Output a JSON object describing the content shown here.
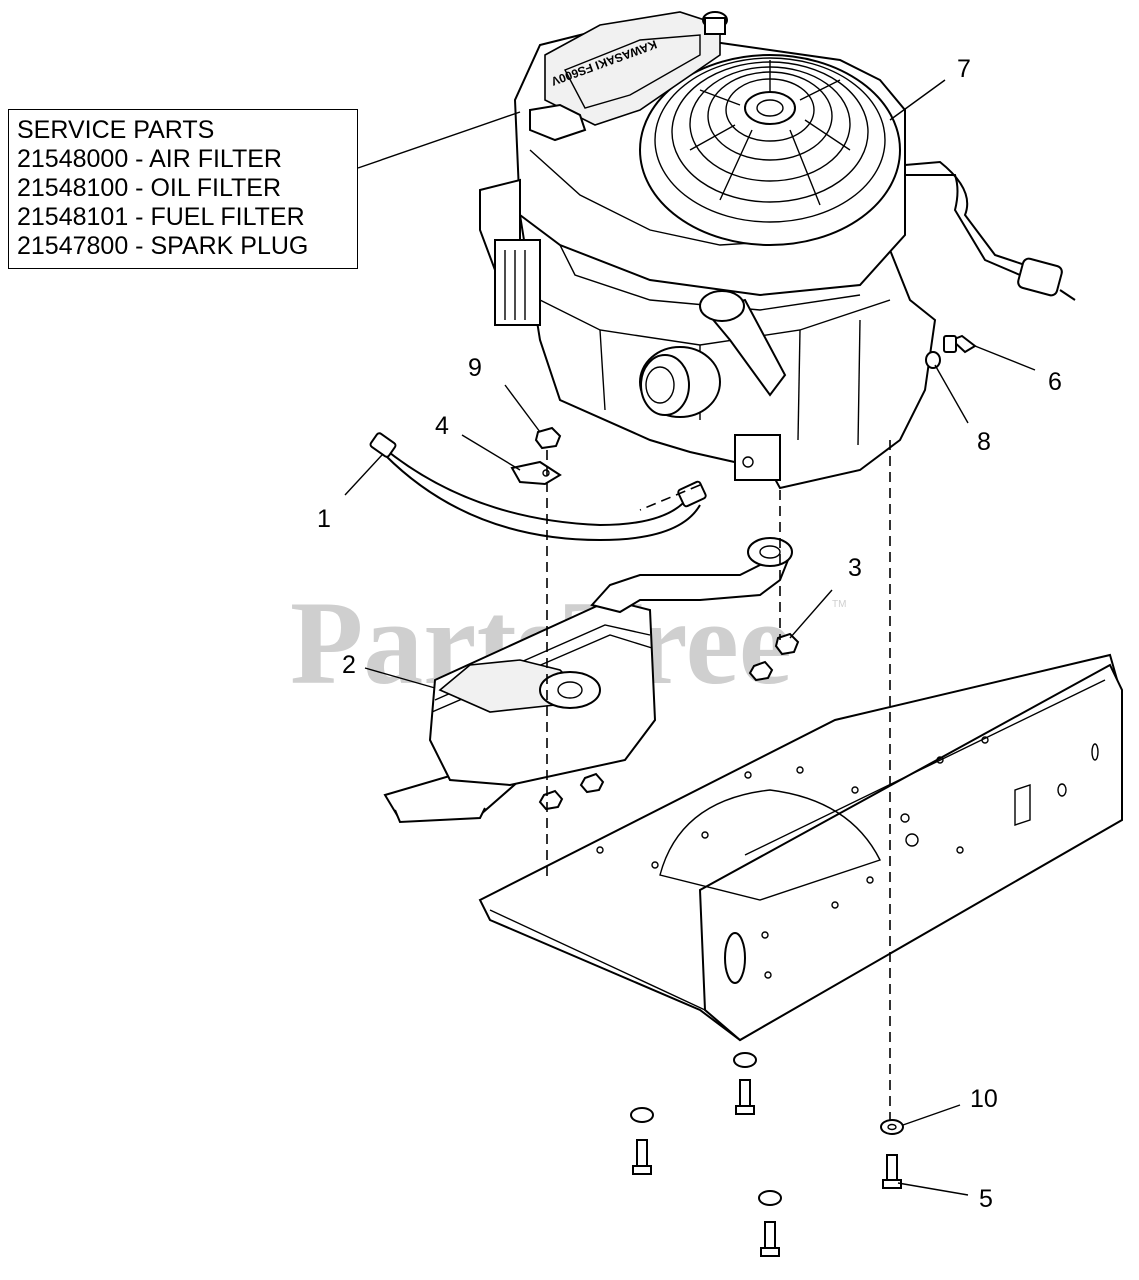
{
  "service_parts": {
    "title": "SERVICE PARTS",
    "items": [
      "21548000 - AIR FILTER",
      "21548100 - OIL FILTER",
      "21548101 - FUEL FILTER",
      "21547800 - SPARK PLUG"
    ]
  },
  "engine_label": "KAWASAKI FS600V",
  "watermark": {
    "text": "PartsTree",
    "tm": "TM"
  },
  "callouts": [
    "1",
    "2",
    "3",
    "4",
    "5",
    "6",
    "7",
    "8",
    "9",
    "10"
  ]
}
